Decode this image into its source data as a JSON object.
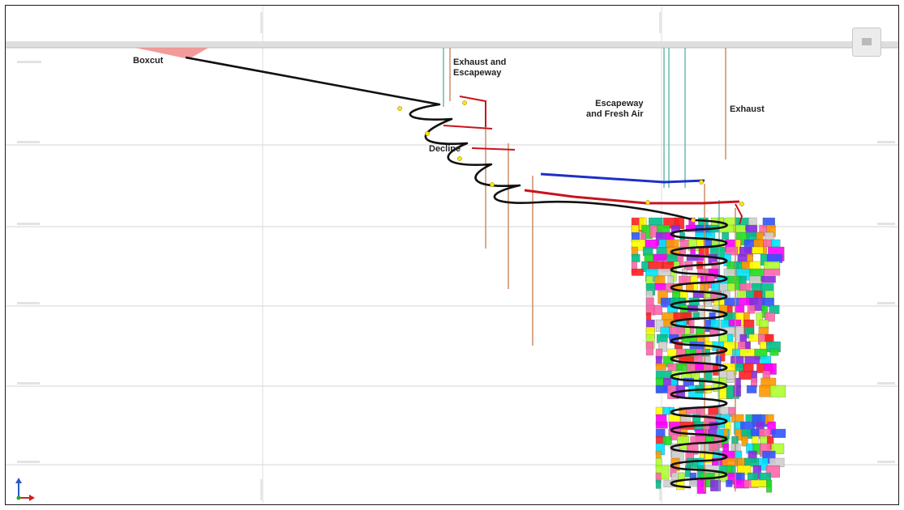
{
  "labels": {
    "boxcut": "Boxcut",
    "exhaust_escapeway": "Exhaust and\nEscapeway",
    "escapeway_fresh_air": "Escapeway\nand Fresh Air",
    "exhaust": "Exhaust",
    "decline": "Decline"
  },
  "legend_colors": {
    "decline": "#111111",
    "fresh_air_drive": "#1e2fc8",
    "exhaust_drive": "#c8141e",
    "exhaust_raise": "#c9865a",
    "escapeway_raise": "#5fb7a8",
    "boxcut": "#f08a8a"
  },
  "icons": {
    "view_cube": "view-cube-icon",
    "axis_triad": "axis-triad-icon"
  }
}
